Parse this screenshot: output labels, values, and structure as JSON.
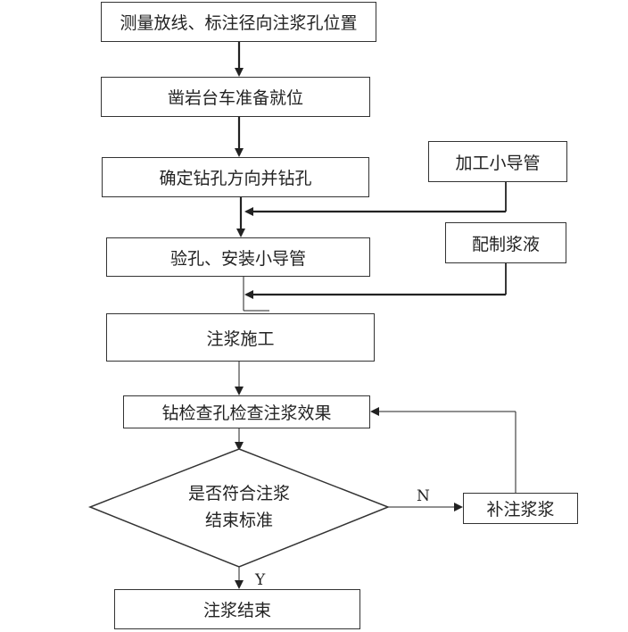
{
  "steps": {
    "survey": "测量放线、标注径向注浆孔位置",
    "drill_ready": "凿岩台车准备就位",
    "drill": "确定钻孔方向并钻孔",
    "inspect_install": "验孔、安装小导管",
    "grouting": "注浆施工",
    "check": "钻检查孔检查注浆效果",
    "decision_line1": "是否符合注浆",
    "decision_line2": "结束标准",
    "supplement": "补注浆浆",
    "end": "注浆结束"
  },
  "side": {
    "process_pipe": "加工小导管",
    "prepare_slurry": "配制浆液"
  },
  "branch_labels": {
    "no": "N",
    "yes": "Y"
  }
}
